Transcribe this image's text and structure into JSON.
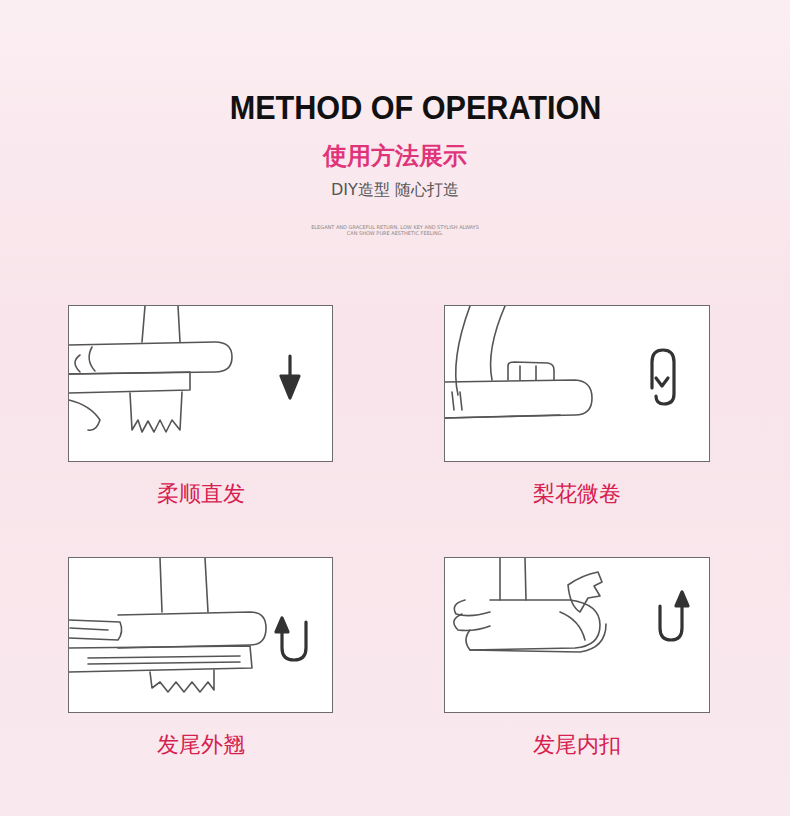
{
  "diagram": {
    "title": "METHOD OF OPERATION",
    "nodes": [
      {
        "text": [
          "柔顺直发"
        ]
      },
      {
        "text": [
          "梨花微卷"
        ]
      },
      {
        "text": [
          "发尾外翘"
        ]
      },
      {
        "text": [
          "发尾内扣"
        ]
      }
    ],
    "edges": [],
    "labels": [
      "使用方法展示",
      "DIY造型 随心打造",
      "ELEGANT AND GRACEFUL RETURN, LOW KEY AND STYLISH ALWAYS CAN SHOW PURE AESTHETIC FEELING."
    ]
  }
}
